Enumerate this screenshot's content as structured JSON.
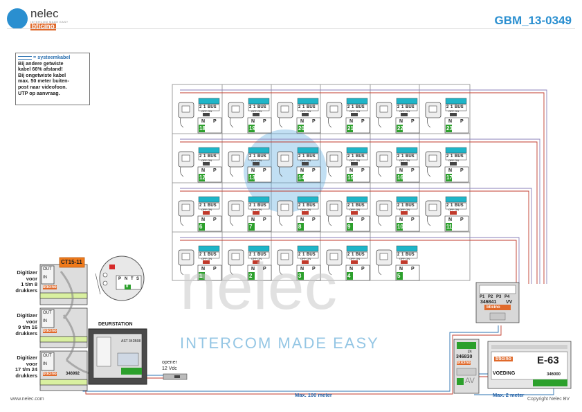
{
  "header": {
    "brand": "nelec",
    "brand_sub": "INTERCOM MADE EASY",
    "partner": "bticino",
    "doc_id": "GBM_13-0349"
  },
  "note": {
    "title": "= systeemkabel",
    "lines": [
      "Bij andere getwiste",
      "kabel 66% afstand!",
      "Bij ongetwiste kabel",
      "max. 50 meter buiten-",
      "post naar videofoon.",
      "UTP op aanvraag."
    ]
  },
  "watermark": {
    "big": "nelec",
    "tagline": "INTERCOM MADE EASY"
  },
  "monitors": {
    "bus_label": "BUS",
    "terminal_labels": [
      "2",
      "1"
    ],
    "np_labels": [
      "N",
      "P"
    ],
    "off_on": "OFF ON",
    "rows": [
      [
        "18",
        "19",
        "20",
        "21",
        "22",
        "23"
      ],
      [
        "12",
        "13",
        "14",
        "15",
        "16",
        "17"
      ],
      [
        "6",
        "7",
        "8",
        "9",
        "10",
        "11"
      ],
      [
        "1",
        "2",
        "3",
        "4",
        "5"
      ]
    ]
  },
  "digitizers": {
    "model_tag": "CT15-11",
    "units": [
      {
        "lines": [
          "Digitizer",
          "voor",
          "1 t/m 8",
          "drukkers"
        ]
      },
      {
        "lines": [
          "Digitizer",
          "voor",
          "9 t/m 16",
          "drukkers"
        ]
      },
      {
        "lines": [
          "Digitizer",
          "voor",
          "17 t/m 24",
          "drukkers"
        ]
      }
    ],
    "module_label": "346992",
    "out": "OUT",
    "in": "IN",
    "brand": "bticino"
  },
  "zoom": {
    "labels": [
      "P",
      "N",
      "T",
      "S"
    ],
    "value": "0"
  },
  "deurstation": {
    "title": "DEURSTATION",
    "code": "AST 342B08"
  },
  "opener": {
    "label": "opener",
    "voltage": "12 Vdc"
  },
  "distributor": {
    "code": "346841",
    "ports": [
      "P1",
      "P2",
      "P3",
      "P4"
    ],
    "io": "VV",
    "brand": "bticino"
  },
  "av": {
    "code": "346830",
    "pi": "PI",
    "label": "AV",
    "brand": "bticino"
  },
  "power": {
    "model": "E-63",
    "name": "VOEDING",
    "code": "346000",
    "brand": "bticino"
  },
  "captions": {
    "max100": "Max. 100 meter",
    "max2": "Max. 2 meter"
  },
  "footer": {
    "website": "www.nelec.com",
    "copyright": "Copyright Nelec BV"
  },
  "colors": {
    "accent": "#2a8fd0",
    "orange": "#e0692a",
    "wire_red": "#c0392b",
    "wire_blue": "#2a70b0",
    "terminal_green": "#2ca02c",
    "terminal_cyan": "#1fb5c8"
  }
}
